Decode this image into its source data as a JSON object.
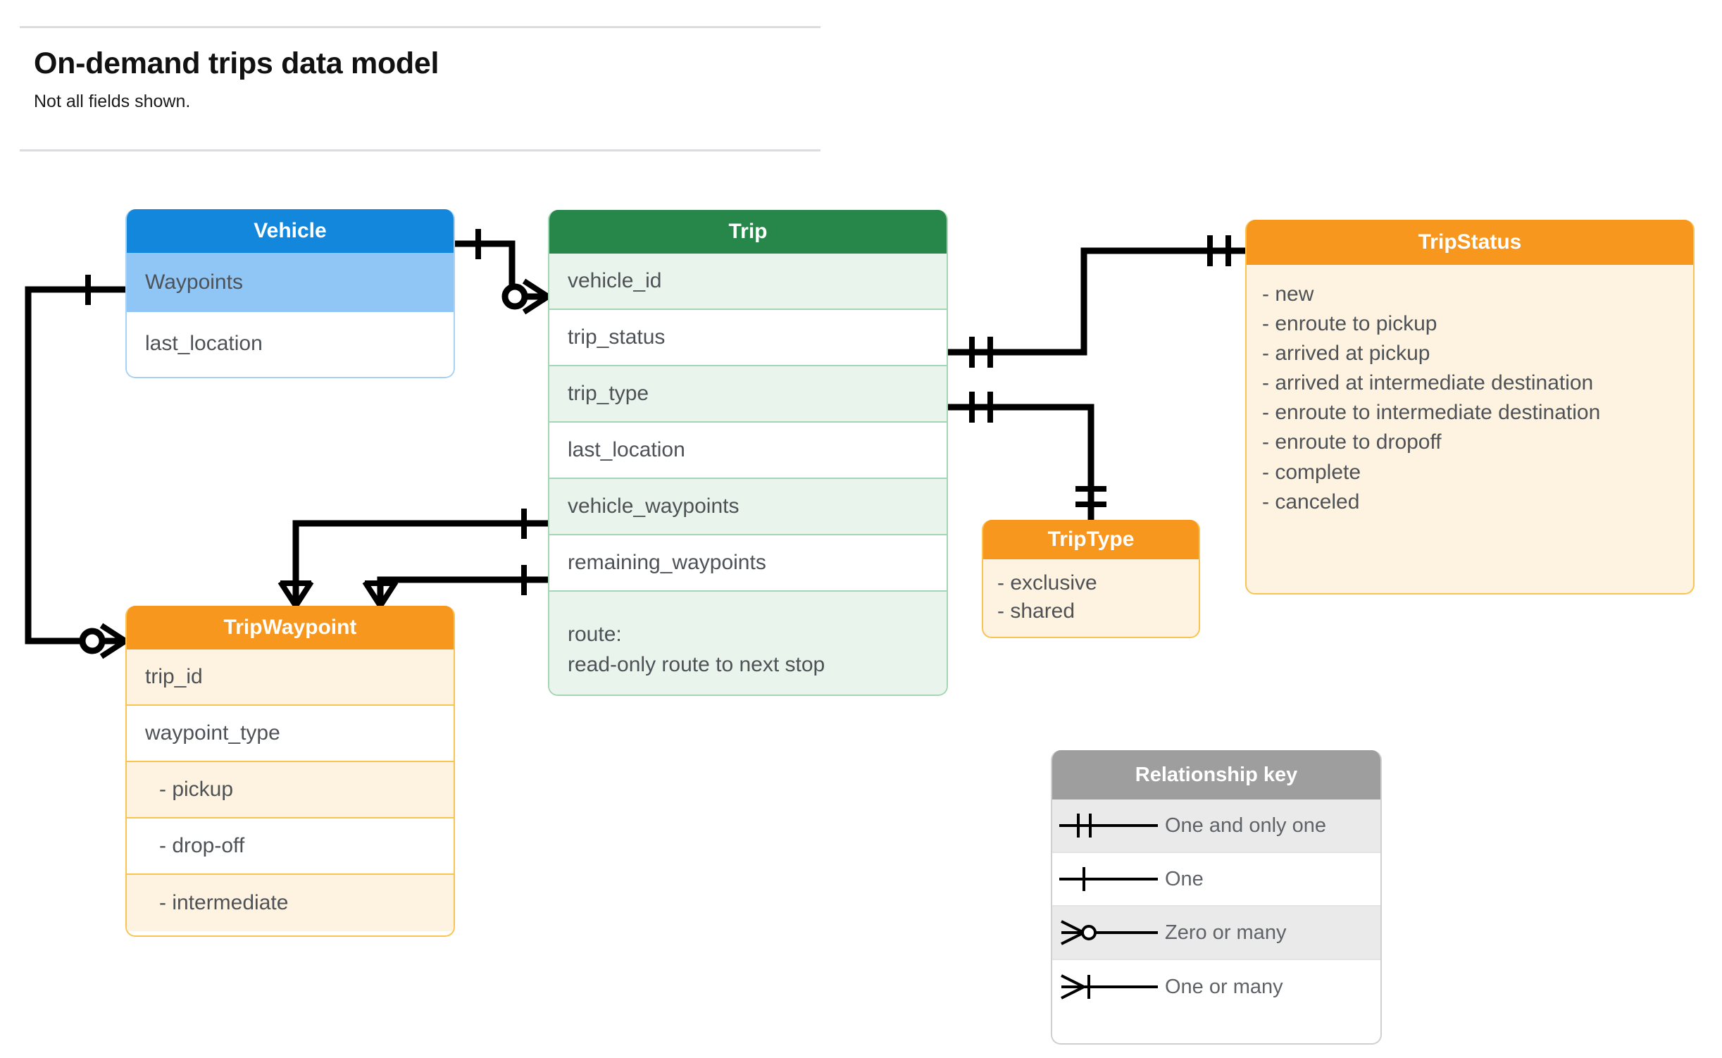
{
  "header": {
    "title": "On-demand trips data model",
    "subtitle": "Not all fields shown."
  },
  "entities": {
    "vehicle": {
      "name": "Vehicle",
      "header_color": "#1387db",
      "fields": [
        "Waypoints",
        "last_location"
      ]
    },
    "trip": {
      "name": "Trip",
      "header_color": "#27874a",
      "fields": [
        "vehicle_id",
        "trip_status",
        "trip_type",
        "last_location",
        "vehicle_waypoints",
        "remaining_waypoints"
      ],
      "route_label": "route:",
      "route_note": "read-only route to next stop"
    },
    "trip_status": {
      "name": "TripStatus",
      "header_color": "#f7971d",
      "values": [
        "- new",
        "- enroute to pickup",
        "- arrived at pickup",
        "- arrived at intermediate destination",
        "- enroute to intermediate destination",
        "- enroute to dropoff",
        "- complete",
        "- canceled"
      ]
    },
    "trip_type": {
      "name": "TripType",
      "header_color": "#f7971d",
      "values": [
        "- exclusive",
        "- shared"
      ]
    },
    "trip_waypoint": {
      "name": "TripWaypoint",
      "header_color": "#f7971d",
      "fields": [
        "trip_id",
        "waypoint_type"
      ],
      "waypoint_type_values": [
        "-  pickup",
        "-  drop-off",
        "-  intermediate"
      ]
    }
  },
  "legend": {
    "title": "Relationship key",
    "rows": [
      {
        "symbol": "one-and-only-one",
        "label": "One and only one"
      },
      {
        "symbol": "one",
        "label": "One"
      },
      {
        "symbol": "zero-or-many",
        "label": "Zero or many"
      },
      {
        "symbol": "one-or-many",
        "label": "One or many"
      }
    ]
  },
  "relationships": [
    {
      "from": "Vehicle",
      "from_card": "one",
      "to": "Trip.vehicle_id",
      "to_card": "zero-or-many"
    },
    {
      "from": "Trip.trip_status",
      "from_card": "one-and-only-one",
      "to": "TripStatus",
      "to_card": "one-and-only-one"
    },
    {
      "from": "Trip.trip_type",
      "from_card": "one-and-only-one",
      "to": "TripType",
      "to_card": "one-and-only-one"
    },
    {
      "from": "Trip.vehicle_waypoints",
      "from_card": "one",
      "to": "TripWaypoint",
      "to_card": "one-or-many"
    },
    {
      "from": "Trip.remaining_waypoints",
      "from_card": "one",
      "to": "TripWaypoint",
      "to_card": "one-or-many"
    },
    {
      "from": "Vehicle.Waypoints",
      "from_card": "one",
      "to": "TripWaypoint",
      "to_card": "zero-or-many"
    }
  ],
  "colors": {
    "blue": "#1387db",
    "blue_light": "#8fc6f5",
    "green": "#27874a",
    "green_light": "#e8f4ec",
    "orange": "#f7971d",
    "orange_light": "#fdf3e0",
    "grey": "#9e9e9e",
    "text": "#4e5256"
  }
}
